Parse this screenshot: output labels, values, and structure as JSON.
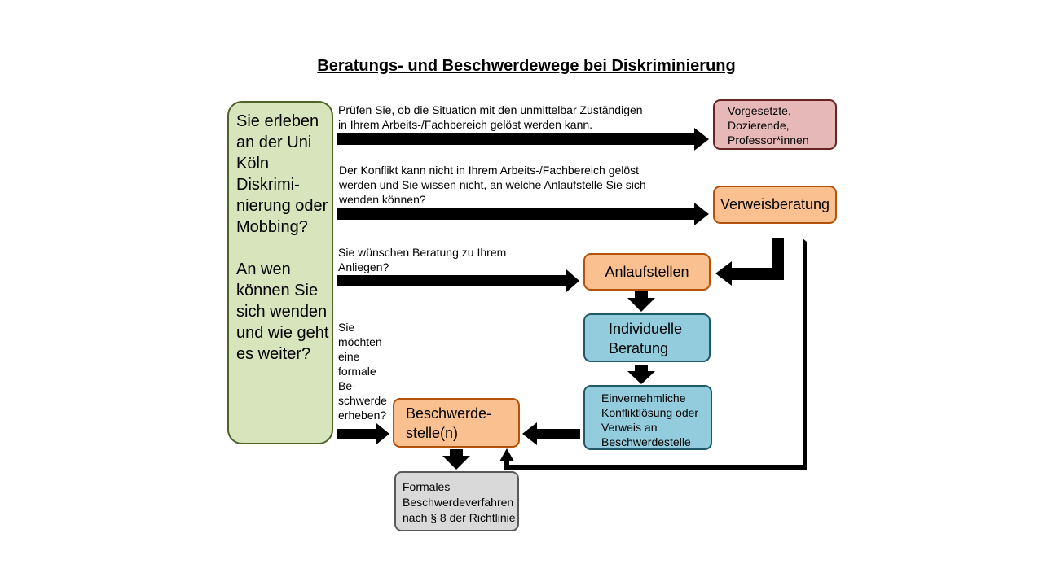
{
  "title": "Beratungs- und Beschwerdewege bei Diskriminierung",
  "left_box": {
    "question1": "Sie erleben an der Uni Köln Diskrimi-nierung oder Mobbing?",
    "question2": "An wen können Sie sich wenden und wie geht es weiter?"
  },
  "paths": [
    {
      "text": "Prüfen Sie, ob die Situation mit den unmittelbar Zuständigen in Ihrem Arbeits-/Fachbereich gelöst werden kann.",
      "target": "Vorgesetzte, Dozierende, Professor*innen"
    },
    {
      "text": "Der Konflikt kann nicht in Ihrem Arbeits-/Fachbereich gelöst werden und Sie wissen nicht, an welche Anlaufstelle Sie sich wenden können?",
      "target": "Verweisberatung"
    },
    {
      "text": "Sie wünschen Beratung zu Ihrem Anliegen?",
      "target": "Anlaufstellen"
    },
    {
      "text": "Sie möchten eine formale Be-schwerde erheben?",
      "target": "Beschwerde-stelle(n)"
    }
  ],
  "nodes": {
    "individual": "Individuelle Beratung",
    "resolution": "Einvernehmliche Konfliktlösung oder Verweis an Beschwerdestelle",
    "formal": "Formales Beschwerdeverfahren nach § 8 der Richtlinie"
  },
  "colors": {
    "green": "#d8e4bc",
    "pink": "#e6b9b8",
    "orange": "#fac090",
    "blue": "#93cddd",
    "grey": "#d9d9d9"
  }
}
